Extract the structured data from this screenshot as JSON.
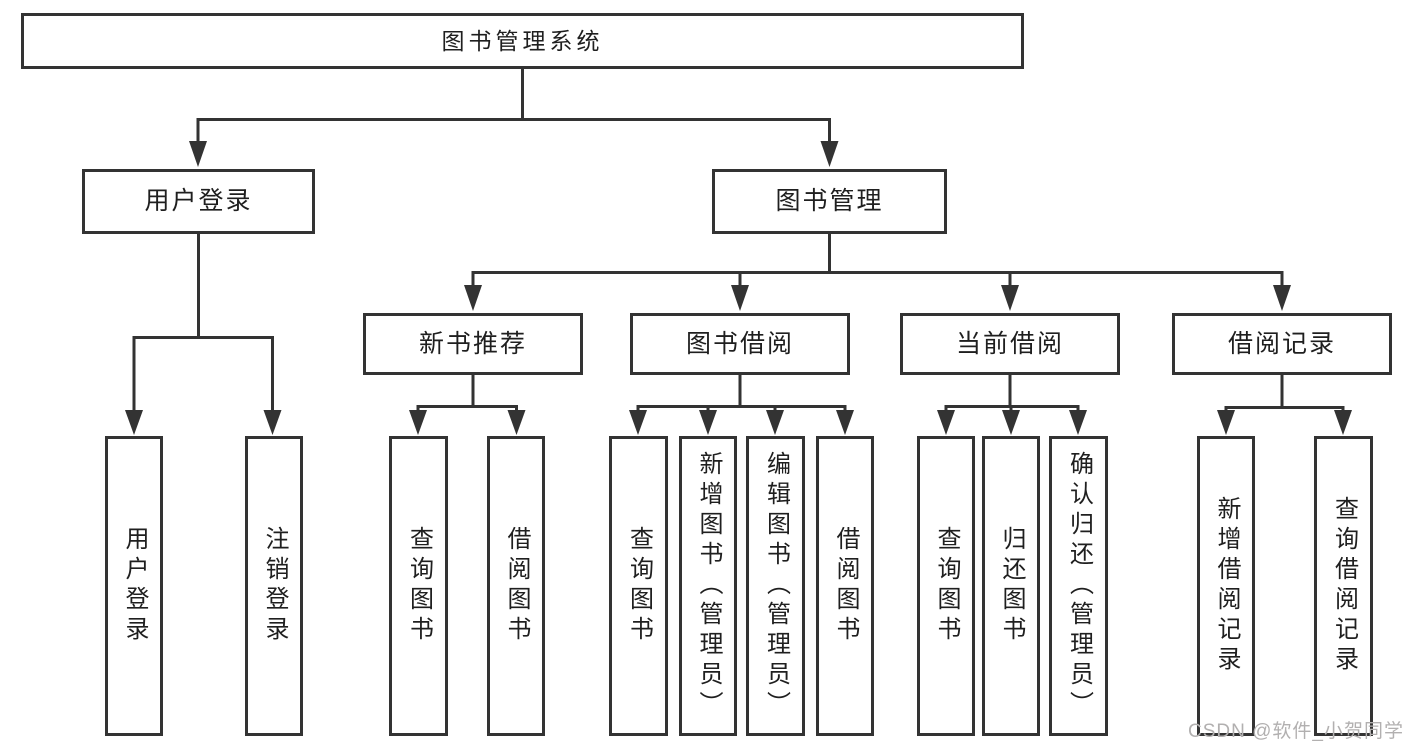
{
  "diagram_type": "hierarchy-tree",
  "colors": {
    "line": "#333333",
    "box_border": "#333333",
    "text": "#1f1f1f",
    "background": "#ffffff",
    "watermark": "#b2b0b0"
  },
  "watermark": "CSDN @软件_小贺同学",
  "tree": {
    "label": "图书管理系统",
    "children": [
      {
        "label": "用户登录",
        "children": [
          {
            "label": "用户登录"
          },
          {
            "label": "注销登录"
          }
        ]
      },
      {
        "label": "图书管理",
        "children": [
          {
            "label": "新书推荐",
            "children": [
              {
                "label": "查询图书"
              },
              {
                "label": "借阅图书"
              }
            ]
          },
          {
            "label": "图书借阅",
            "children": [
              {
                "label": "查询图书"
              },
              {
                "label": "新增图书（管理员）"
              },
              {
                "label": "编辑图书（管理员）"
              },
              {
                "label": "借阅图书"
              }
            ]
          },
          {
            "label": "当前借阅",
            "children": [
              {
                "label": "查询图书"
              },
              {
                "label": "归还图书"
              },
              {
                "label": "确认归还（管理员）"
              }
            ]
          },
          {
            "label": "借阅记录",
            "children": [
              {
                "label": "新增借阅记录"
              },
              {
                "label": "查询借阅记录"
              }
            ]
          }
        ]
      }
    ]
  }
}
